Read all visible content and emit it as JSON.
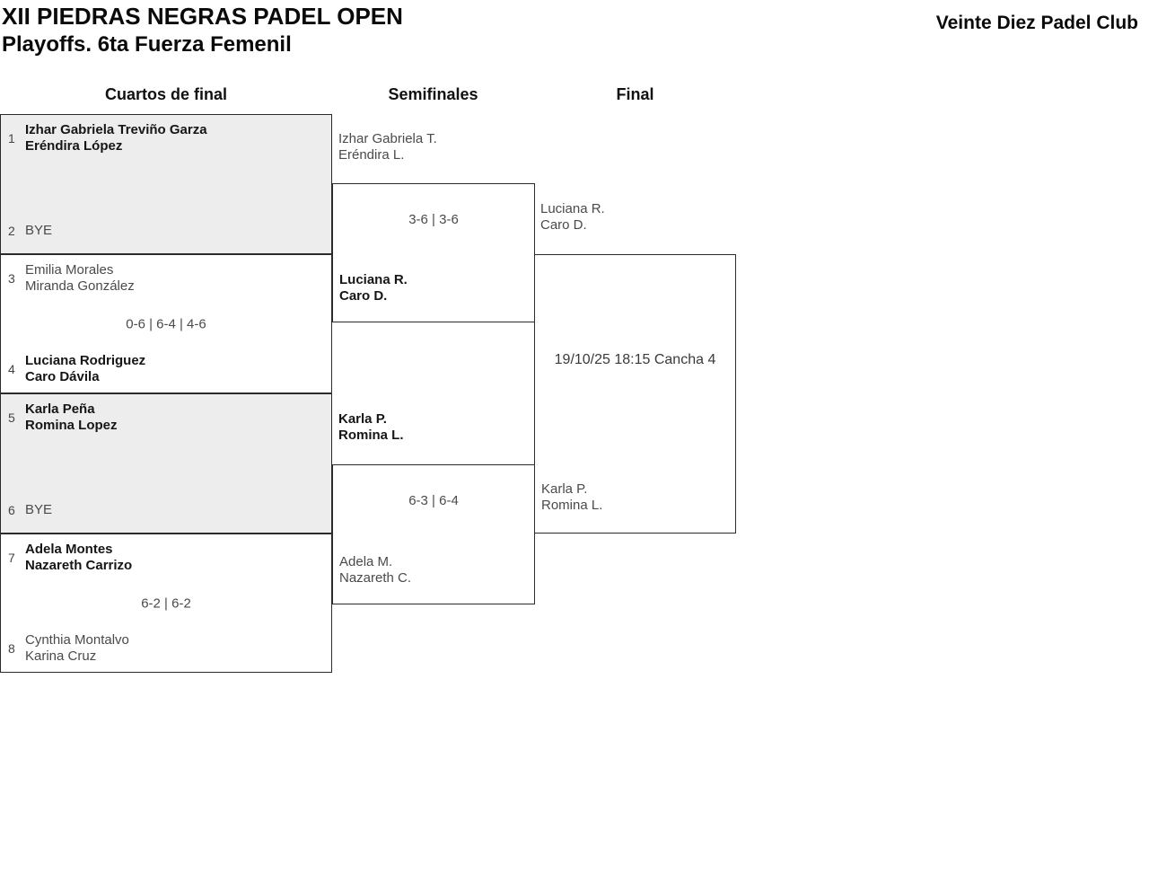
{
  "header": {
    "title": "XII PIEDRAS NEGRAS PADEL OPEN",
    "subtitle": "Playoffs. 6ta Fuerza Femenil",
    "club_name": "Veinte Diez Padel Club"
  },
  "round_labels": {
    "quarterfinals": "Cuartos de final",
    "semifinals": "Semifinales",
    "final": "Final"
  },
  "quarterfinals": [
    {
      "seed_top": "1",
      "team_top_line1": "Izhar Gabriela Treviño Garza",
      "team_top_line2": "Eréndira López",
      "score": "",
      "seed_bottom": "2",
      "team_bottom_line1": "BYE",
      "team_bottom_line2": ""
    },
    {
      "seed_top": "3",
      "team_top_line1": "Emilia Morales",
      "team_top_line2": "Miranda González",
      "score": "0-6 | 6-4 | 4-6",
      "seed_bottom": "4",
      "team_bottom_line1": "Luciana Rodriguez",
      "team_bottom_line2": "Caro Dávila"
    },
    {
      "seed_top": "5",
      "team_top_line1": "Karla Peña",
      "team_top_line2": "Romina Lopez",
      "score": "",
      "seed_bottom": "6",
      "team_bottom_line1": "BYE",
      "team_bottom_line2": ""
    },
    {
      "seed_top": "7",
      "team_top_line1": "Adela Montes",
      "team_top_line2": "Nazareth Carrizo",
      "score": "6-2 | 6-2",
      "seed_bottom": "8",
      "team_bottom_line1": "Cynthia Montalvo",
      "team_bottom_line2": "Karina Cruz"
    }
  ],
  "semifinals": [
    {
      "team_top_line1": "Izhar Gabriela T.",
      "team_top_line2": "Eréndira L.",
      "score": "3-6 | 3-6",
      "team_bottom_line1": "Luciana R.",
      "team_bottom_line2": "Caro D."
    },
    {
      "team_top_line1": "Karla P.",
      "team_top_line2": "Romina L.",
      "score": "6-3 | 6-4",
      "team_bottom_line1": "Adela M.",
      "team_bottom_line2": "Nazareth C."
    }
  ],
  "final": {
    "team_top_line1": "Luciana R.",
    "team_top_line2": "Caro D.",
    "schedule": "19/10/25 18:15 Cancha 4",
    "team_bottom_line1": "Karla P.",
    "team_bottom_line2": "Romina L."
  },
  "colors": {
    "shaded_block": "#ededed",
    "border": "#2b2b2b",
    "winner_text": "#161616",
    "normal_text": "#4a4a4a"
  }
}
